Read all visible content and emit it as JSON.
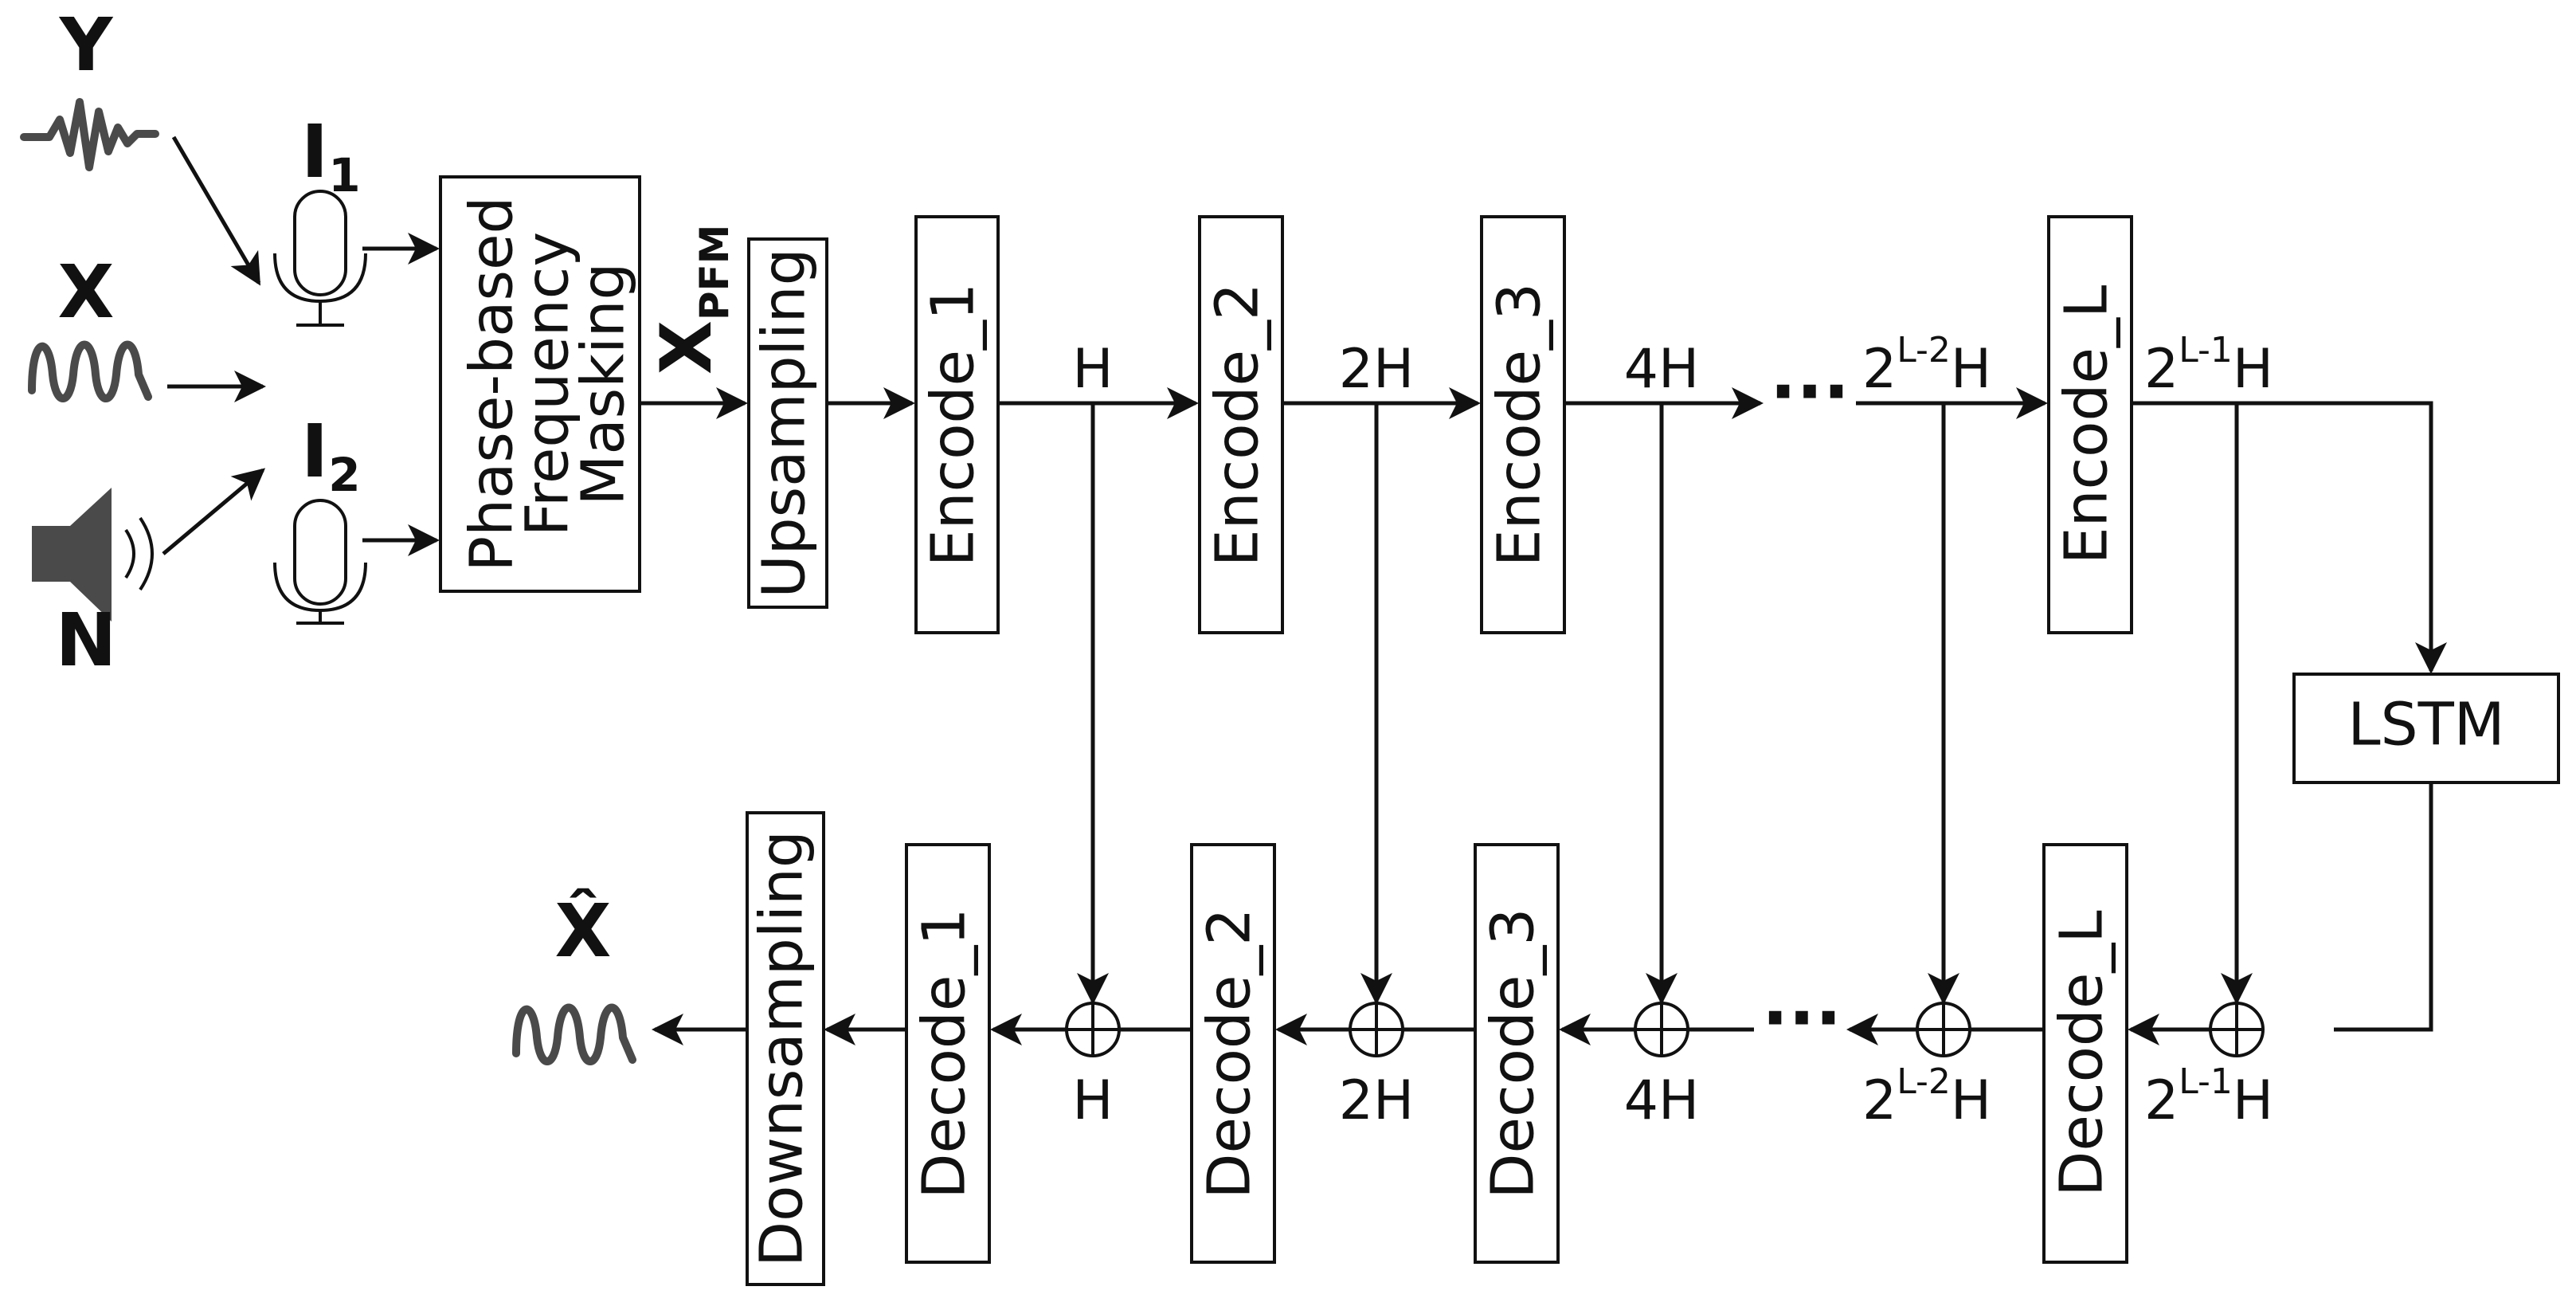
{
  "inputs": {
    "y": "Y",
    "x": "X",
    "n": "N",
    "i1_main": "I",
    "i1_sub": "1",
    "i2_main": "I",
    "i2_sub": "2"
  },
  "pfm": {
    "line1": "Phase-based",
    "line2": "Frequency",
    "line3": "Masking",
    "out_main": "X",
    "out_sub": "PFM"
  },
  "upsampling": "Upsampling",
  "downsampling": "Downsampling",
  "encoders": [
    "Encode_1",
    "Encode_2",
    "Encode_3",
    "Encode_L"
  ],
  "decoders": [
    "Decode_1",
    "Decode_2",
    "Decode_3",
    "Decode_L"
  ],
  "lstm": "LSTM",
  "dots": "···",
  "channels": {
    "h": "H",
    "h2": "2H",
    "h4": "4H",
    "base": "2",
    "h_suffix": "H",
    "exp_l2": "L-2",
    "exp_l1": "L-1"
  },
  "output": "X̂"
}
